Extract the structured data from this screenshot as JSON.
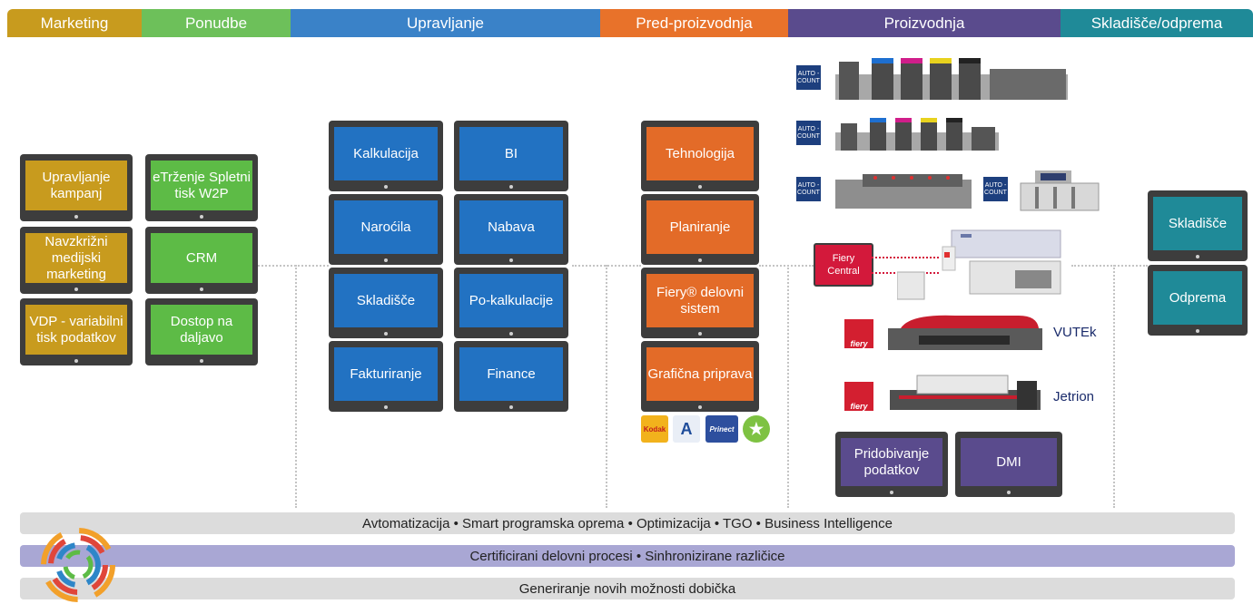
{
  "headers": [
    {
      "label": "Marketing",
      "color": "#c89b1e"
    },
    {
      "label": "Ponudbe",
      "color": "#6dc05a"
    },
    {
      "label": "Upravljanje",
      "color": "#3a82c8"
    },
    {
      "label": "Pred-proizvodnja",
      "color": "#e8722a"
    },
    {
      "label": "Proizvodnja",
      "color": "#5a4b8d"
    },
    {
      "label": "Skladišče/odprema",
      "color": "#1f8a98"
    }
  ],
  "marketing_tiles": [
    "Upravljanje kampanj",
    "Navzkrižni medijski marketing",
    "VDP - variabilni tisk podatkov"
  ],
  "ponudbe_tiles": [
    "eTrženje Spletni tisk W2P",
    "CRM",
    "Dostop na daljavo"
  ],
  "upravljanje_tiles": [
    "Kalkulacija",
    "BI",
    "Naroćila",
    "Nabava",
    "Skladišče",
    "Po-kalkulacije",
    "Fakturiranje",
    "Finance"
  ],
  "predprod_tiles": [
    "Tehnologija",
    "Planiranje",
    "Fiery® delovni sistem",
    "Grafična priprava"
  ],
  "predprod_logos": [
    "Kodak",
    "A",
    "Prinect",
    "★"
  ],
  "production": {
    "autocount": "AUTO - COUNT",
    "fiery_central": "Fiery Central",
    "fiery_badge": "fiery",
    "vutek": "VUTEk",
    "jetrion": "Jetrion",
    "tiles": [
      "Pridobivanje podatkov",
      "DMI"
    ]
  },
  "skladisce_tiles": [
    "Skladišče",
    "Odprema"
  ],
  "bars": [
    {
      "text": "Avtomatizacija • Smart programska oprema • Optimizacija • TGO • Business Intelligence",
      "color": "#dcdcdc"
    },
    {
      "text": "Certificirani delovni procesi • Sinhronizirane različice",
      "color": "#a9a7d4"
    },
    {
      "text": "Generiranje novih možnosti dobička",
      "color": "#dcdcdc"
    }
  ]
}
